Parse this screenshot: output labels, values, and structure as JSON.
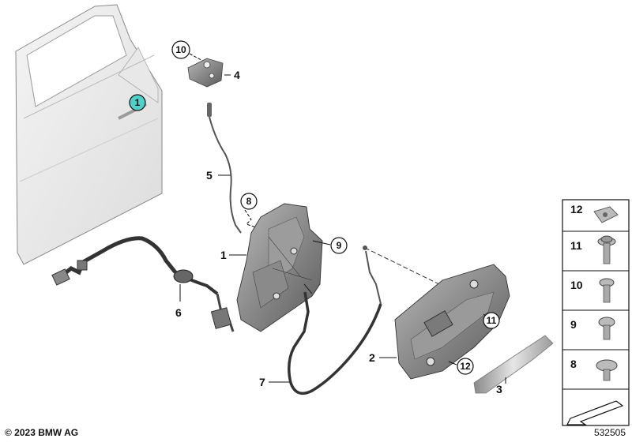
{
  "callouts": {
    "part1_door_marker": "1",
    "part1": "1",
    "part2": "2",
    "part3": "3",
    "part4": "4",
    "part5": "5",
    "part6": "6",
    "part7": "7",
    "part8": "8",
    "part9": "9",
    "part10": "10",
    "part11": "11",
    "part12": "12"
  },
  "legend_panel": {
    "items": [
      "12",
      "11",
      "10",
      "9",
      "8"
    ]
  },
  "footer": {
    "copyright": "© 2023 BMW AG",
    "diagram_id": "532505"
  },
  "colors": {
    "door_marker_fill": "#4fd1c9",
    "line": "#222222",
    "part_dark": "#6a6a6a",
    "part_light": "#d8d8d8"
  }
}
